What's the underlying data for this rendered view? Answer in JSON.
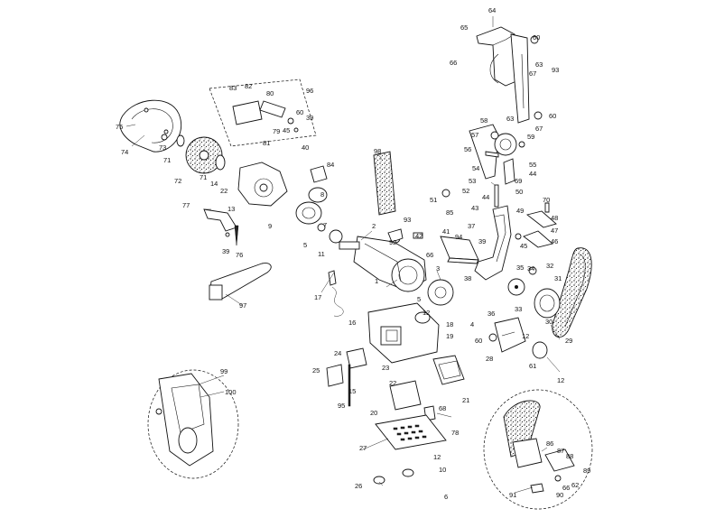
{
  "diagram": {
    "labels": [
      "64",
      "65",
      "66",
      "60",
      "63",
      "93",
      "67",
      "60",
      "63",
      "67",
      "58",
      "57",
      "59",
      "56",
      "55",
      "44",
      "54",
      "53",
      "52",
      "69",
      "50",
      "51",
      "85",
      "44",
      "43",
      "70",
      "49",
      "48",
      "47",
      "46",
      "45",
      "37",
      "39",
      "94",
      "41",
      "42",
      "66",
      "38",
      "36",
      "35",
      "34",
      "32",
      "31",
      "33",
      "30",
      "29",
      "12",
      "28",
      "61",
      "12",
      "60",
      "96",
      "83",
      "82",
      "80",
      "60",
      "39",
      "45",
      "79",
      "40",
      "81",
      "75",
      "73",
      "74",
      "71",
      "72",
      "71",
      "14",
      "22",
      "13",
      "84",
      "8",
      "9",
      "7",
      "5",
      "11",
      "77",
      "39",
      "76",
      "97",
      "93",
      "92",
      "2",
      "1",
      "3",
      "5",
      "17",
      "12",
      "18",
      "19",
      "4",
      "16",
      "24",
      "25",
      "15",
      "95",
      "23",
      "22",
      "21",
      "20",
      "68",
      "78",
      "27",
      "12",
      "10",
      "26",
      "6",
      "99",
      "100",
      "86",
      "87",
      "88",
      "89",
      "91",
      "90",
      "66",
      "62",
      "98"
    ]
  }
}
